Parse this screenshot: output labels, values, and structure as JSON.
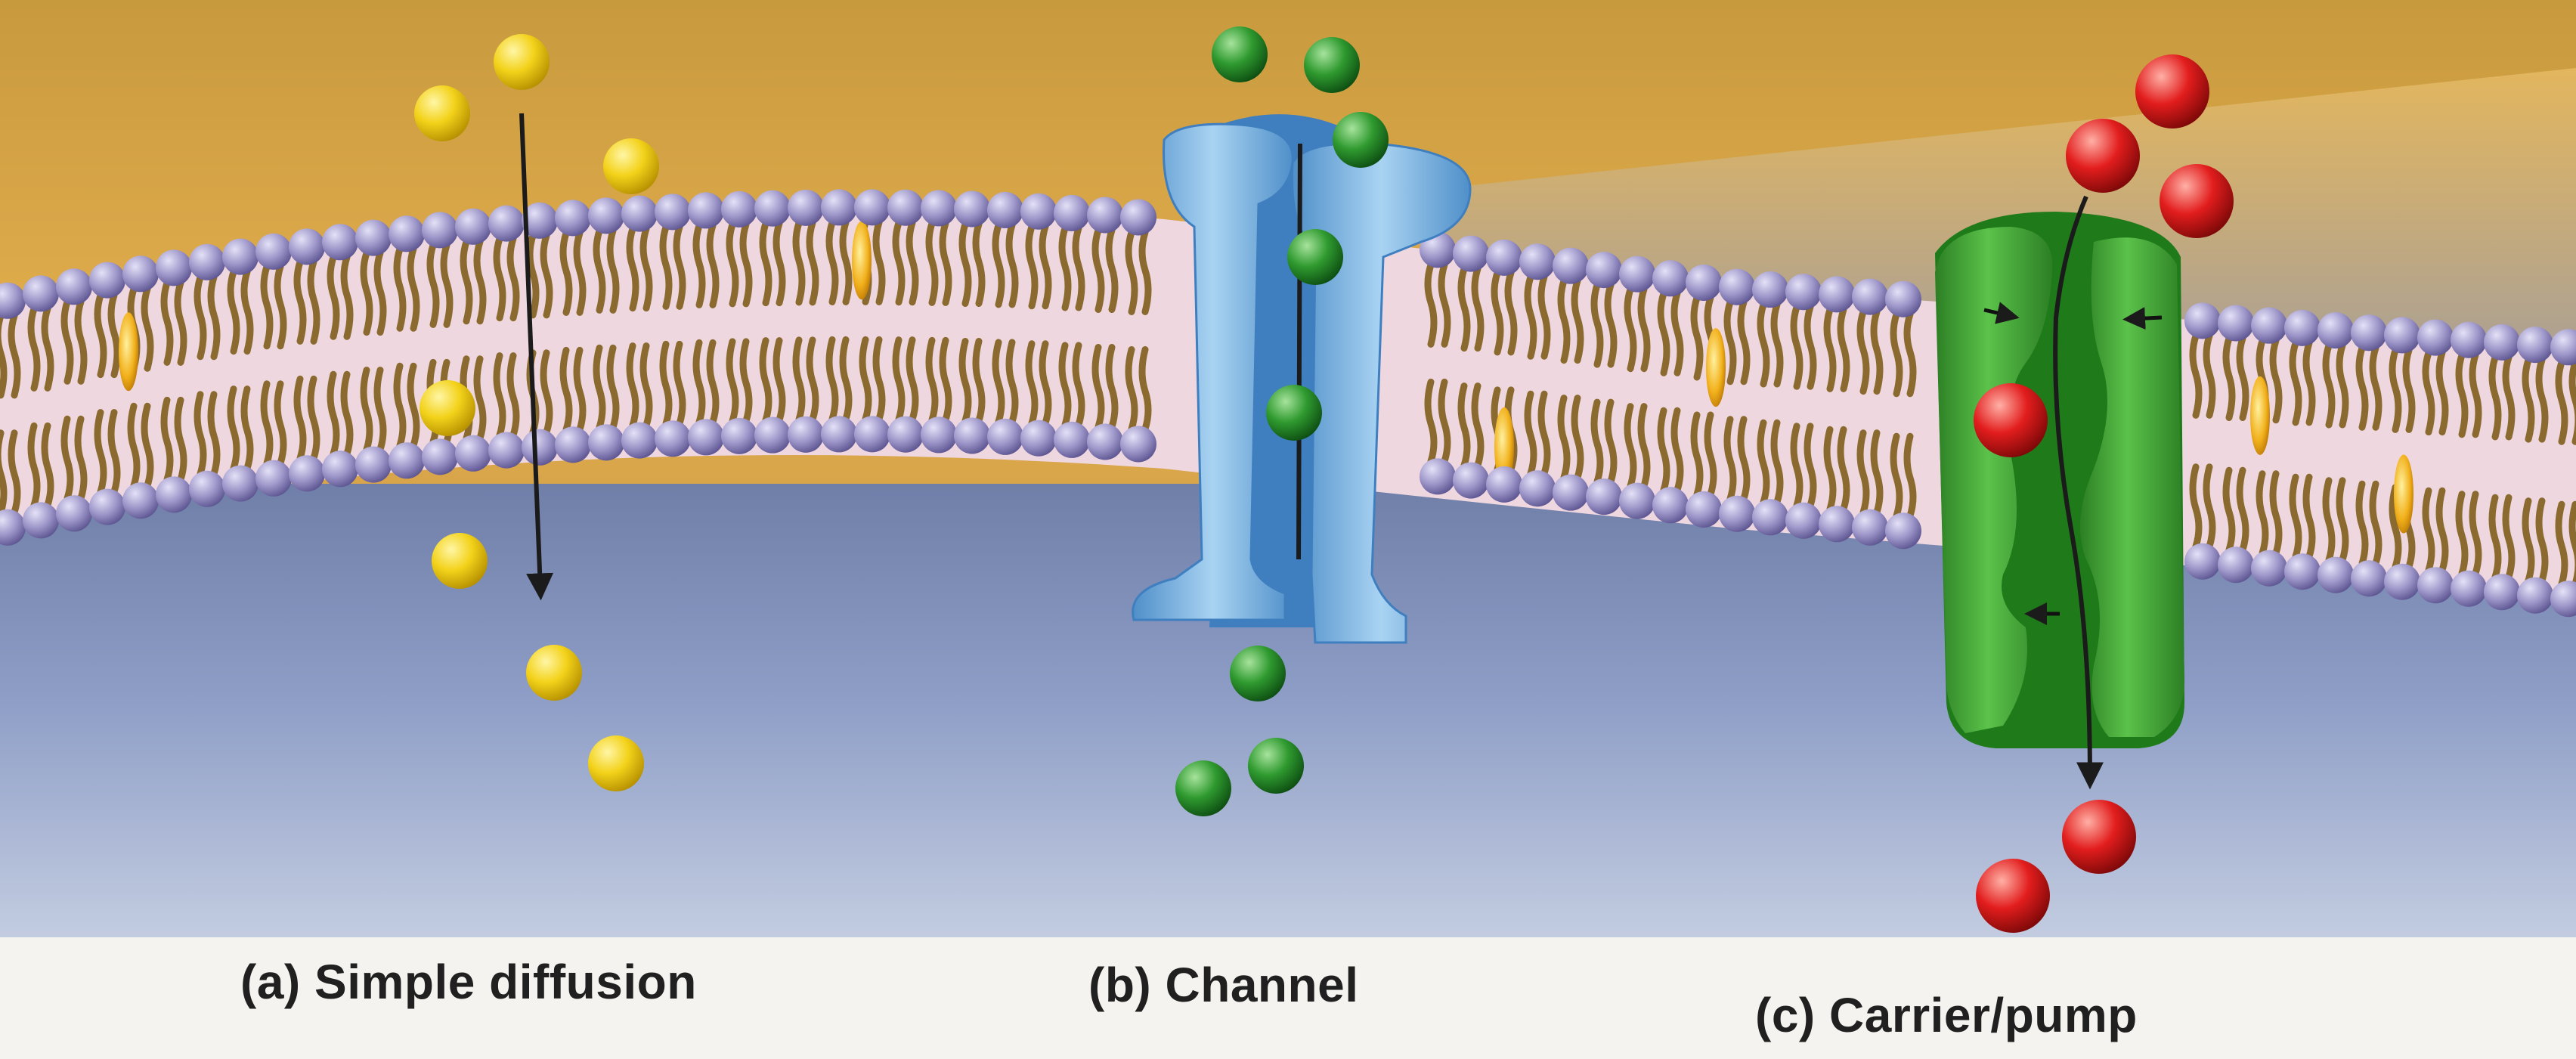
{
  "captions": {
    "a": "(a) Simple diffusion",
    "b": "(b) Channel",
    "c": "(c) Carrier/pump"
  },
  "colors": {
    "extracellular": "#dba74a",
    "cytoplasm": "#8e9ec7",
    "phospholipid_head": "#9a92c6",
    "lipid_tail": "#8a6a2e",
    "cholesterol": "#f2b11c",
    "solute_a": "#f3d21a",
    "solute_b": "#2f9a2f",
    "solute_c": "#e21d1d",
    "channel_protein": "#86bde6",
    "carrier_protein": "#3a9a32"
  },
  "icons": {
    "solute_a": "yellow-molecule-icon",
    "solute_b": "green-ion-icon",
    "solute_c": "red-molecule-icon",
    "transport_arrow": "arrow-down-icon"
  }
}
